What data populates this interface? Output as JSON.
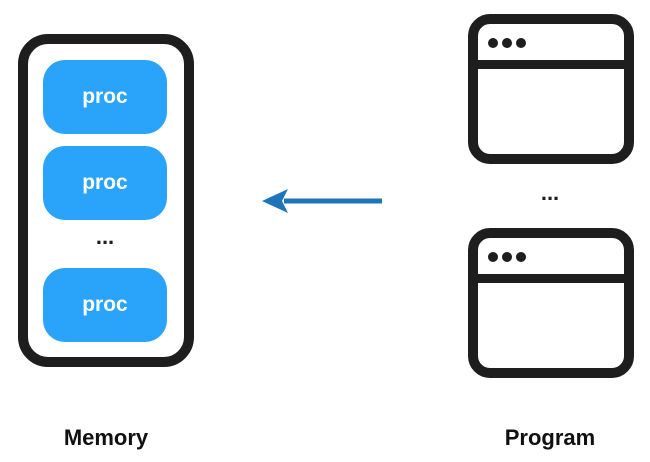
{
  "memory": {
    "label": "Memory",
    "procs": [
      "proc",
      "proc",
      "proc"
    ],
    "ellipsis": "..."
  },
  "program": {
    "label": "Program",
    "ellipsis": "..."
  },
  "colors": {
    "proc_fill": "#2aa4fb",
    "arrow": "#1d75b9",
    "outline": "#1e1e1e"
  },
  "icons": {
    "arrow": "left-arrow-icon",
    "program_window": "browser-window-icon"
  }
}
